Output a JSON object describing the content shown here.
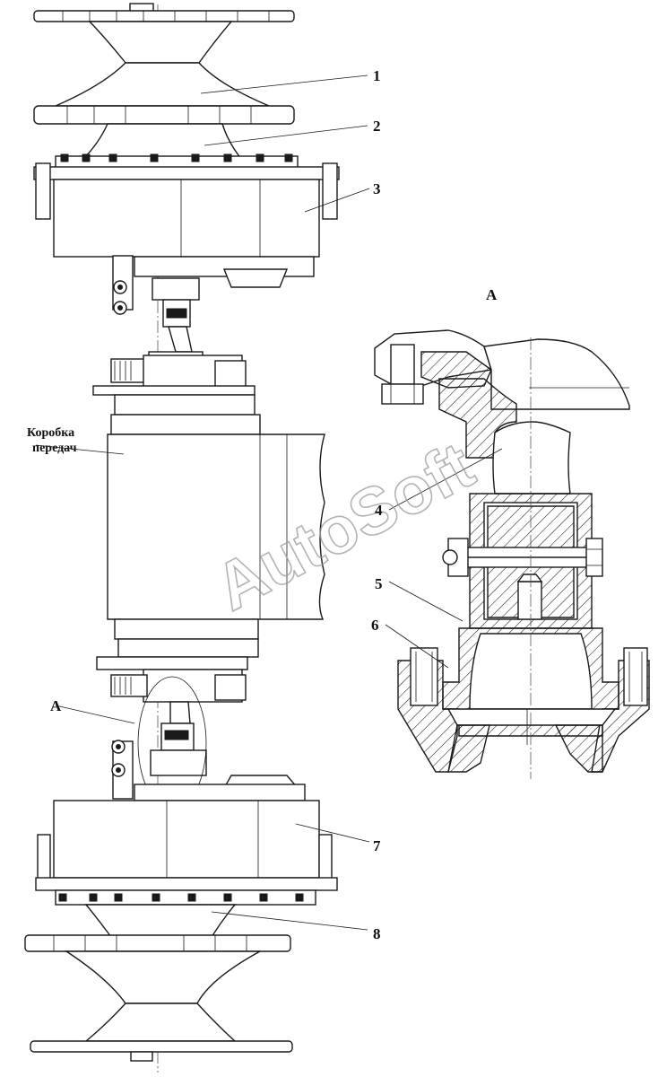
{
  "callouts": [
    "1",
    "2",
    "3",
    "4",
    "5",
    "6",
    "7",
    "8"
  ],
  "view_label_top": "A",
  "view_label_left": "A",
  "gearbox_label_line1": "Коробка",
  "gearbox_label_line2": "передач",
  "watermark": "AutoSoft"
}
